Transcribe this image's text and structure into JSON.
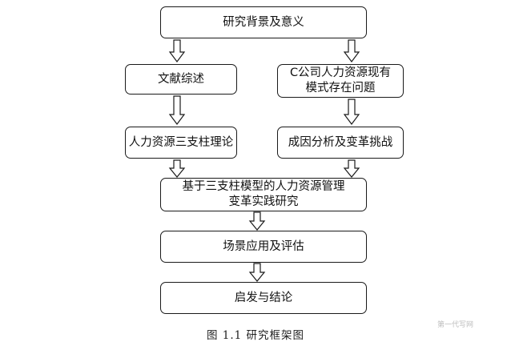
{
  "boxes": {
    "background": "研究背景及意义",
    "literature": "文献综述",
    "problems": "C公司人力资源现有模式存在问题",
    "theory": "人力资源三支柱理论",
    "causes": "成因分析及变革挑战",
    "practice": "基于三支柱模型的人力资源管理变革实践研究",
    "scenario": "场景应用及评估",
    "conclusion": "启发与结论"
  },
  "caption": "图 1.1  研究框架图",
  "watermark": "第一代写网"
}
